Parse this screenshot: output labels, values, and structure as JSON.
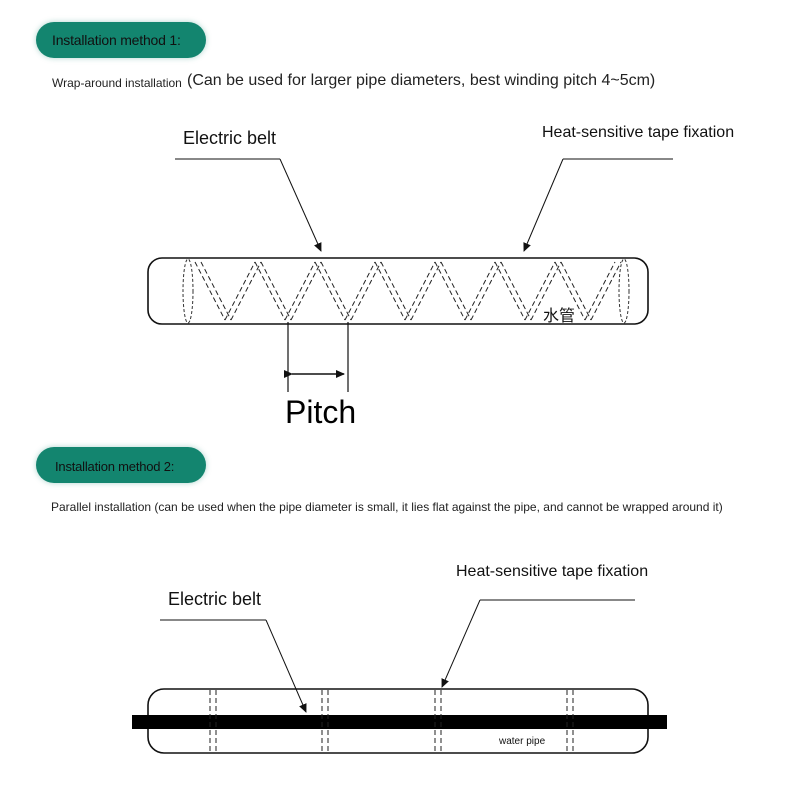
{
  "colors": {
    "badge": "#13856f",
    "line": "#111111",
    "belt": "#000000"
  },
  "method1": {
    "badge": "Installation method 1:",
    "desc_prefix": "Wrap-around installation",
    "desc_main": "(Can be used for larger pipe diameters, best winding pitch 4~5cm)",
    "label_electric_belt": "Electric belt",
    "label_tape": "Heat-sensitive tape fixation",
    "label_pipe": "水管",
    "label_pitch": "Pitch"
  },
  "method2": {
    "badge": "Installation method 2:",
    "desc": "Parallel installation (can be used when the pipe diameter is small, it lies flat against the pipe, and cannot be wrapped around it)",
    "label_electric_belt": "Electric belt",
    "label_tape": "Heat-sensitive tape fixation",
    "label_pipe": "water pipe"
  }
}
